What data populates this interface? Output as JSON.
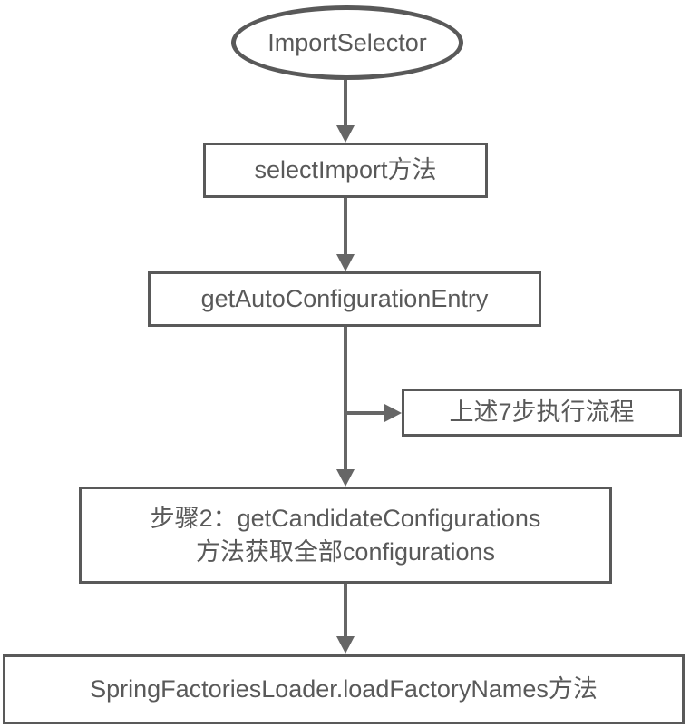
{
  "diagram": {
    "title": "ImportSelector flow",
    "colors": {
      "background": "#ffffff",
      "node_fill": "#ffffff",
      "node_border": "#595959",
      "text": "#595959",
      "arrow": "#666666"
    },
    "nodes": {
      "start": {
        "shape": "ellipse",
        "label": "ImportSelector"
      },
      "select_import": {
        "shape": "rect",
        "label": "selectImport方法"
      },
      "get_auto_configuration_entry": {
        "shape": "rect",
        "label": "getAutoConfigurationEntry"
      },
      "seven_steps": {
        "shape": "rect",
        "label": "上述7步执行流程"
      },
      "get_candidate_configurations": {
        "shape": "rect",
        "label_line1": "步骤2：getCandidateConfigurations",
        "label_line2": "方法获取全部configurations"
      },
      "spring_factories_loader": {
        "shape": "rect",
        "label": "SpringFactoriesLoader.loadFactoryNames方法"
      }
    },
    "edges": [
      {
        "from": "start",
        "to": "select_import",
        "direction": "down"
      },
      {
        "from": "select_import",
        "to": "get_auto_configuration_entry",
        "direction": "down"
      },
      {
        "from": "get_auto_configuration_entry",
        "to": "get_candidate_configurations",
        "direction": "down"
      },
      {
        "from": "get_auto_configuration_entry",
        "to": "seven_steps",
        "direction": "right",
        "branch": true
      },
      {
        "from": "get_candidate_configurations",
        "to": "spring_factories_loader",
        "direction": "down"
      }
    ]
  }
}
